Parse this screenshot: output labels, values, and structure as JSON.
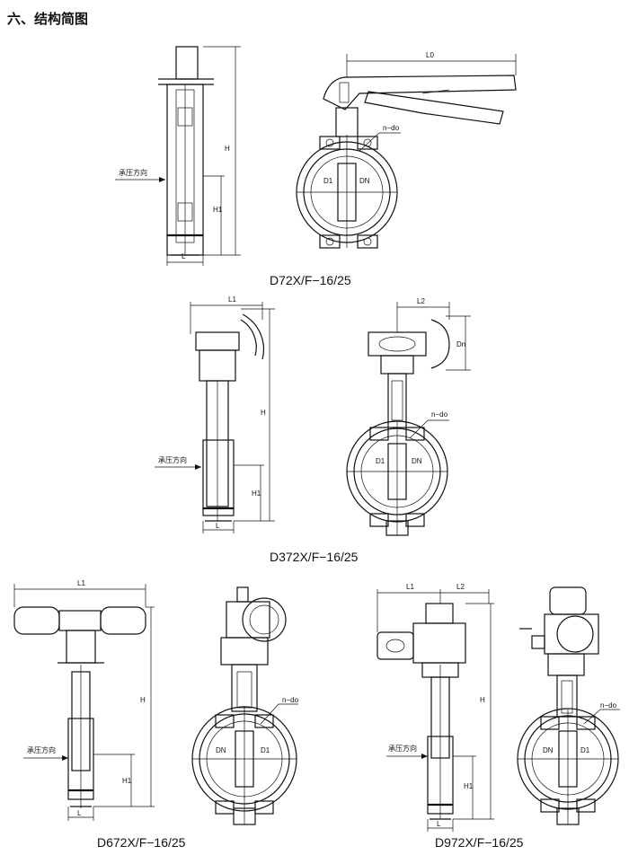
{
  "heading": "六、结构简图",
  "captions": {
    "d72": "D72X/F−16/25",
    "d372": "D372X/F−16/25",
    "d672": "D672X/F−16/25",
    "d972": "D972X/F−16/25"
  },
  "labels": {
    "pressure_direction": "承压方向",
    "H": "H",
    "H1": "H1",
    "L": "L",
    "L0": "L0",
    "L1": "L1",
    "L2": "L2",
    "Dn": "Dn",
    "D1": "D1",
    "DN": "DN",
    "n_do": "n−do"
  }
}
